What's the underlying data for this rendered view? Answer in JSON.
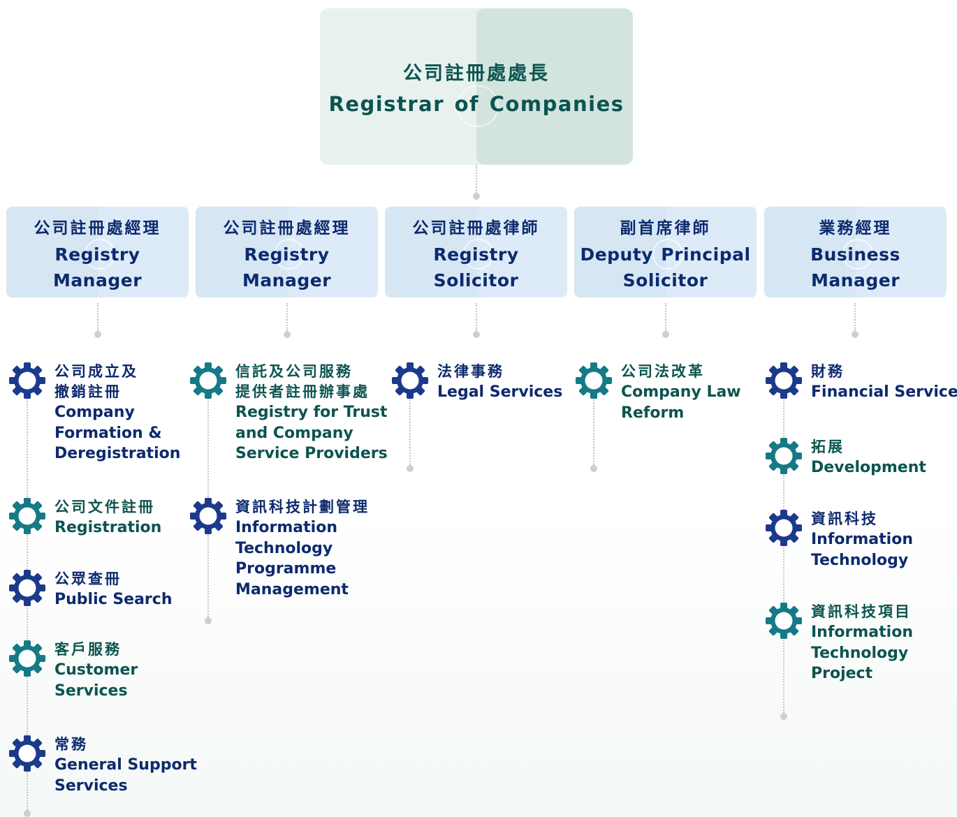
{
  "colors": {
    "navy": "#0d2a6e",
    "teal": "#0c5450",
    "gear_navy": "#1b3a8c",
    "gear_teal": "#157a86"
  },
  "top": {
    "zh": "公司註冊處處長",
    "en": "Registrar of Companies"
  },
  "managers": [
    {
      "zh": "公司註冊處經理",
      "en1": "Registry",
      "en2": "Manager"
    },
    {
      "zh": "公司註冊處經理",
      "en1": "Registry",
      "en2": "Manager"
    },
    {
      "zh": "公司註冊處律師",
      "en1": "Registry",
      "en2": "Solicitor"
    },
    {
      "zh": "副首席律師",
      "en1": "Deputy Principal",
      "en2": "Solicitor"
    },
    {
      "zh": "業務經理",
      "en1": "Business",
      "en2": "Manager"
    }
  ],
  "columns": [
    {
      "units": [
        {
          "icon": "gear-icon",
          "color": "navy",
          "zh": [
            "公司成立及",
            "撤銷註冊"
          ],
          "en": [
            "Company",
            "Formation &",
            "Deregistration"
          ]
        },
        {
          "icon": "gear-icon",
          "color": "teal",
          "zh": [
            "公司文件註冊"
          ],
          "en": [
            "Registration"
          ]
        },
        {
          "icon": "gear-icon",
          "color": "navy",
          "zh": [
            "公眾查冊"
          ],
          "en": [
            "Public Search"
          ]
        },
        {
          "icon": "gear-icon",
          "color": "teal",
          "zh": [
            "客戶服務"
          ],
          "en": [
            "Customer",
            "Services"
          ]
        },
        {
          "icon": "gear-icon",
          "color": "navy",
          "zh": [
            "常務"
          ],
          "en": [
            "General Support",
            "Services"
          ]
        }
      ]
    },
    {
      "units": [
        {
          "icon": "gear-icon",
          "color": "teal",
          "zh": [
            "信託及公司服務",
            "提供者註冊辦事處"
          ],
          "en": [
            "Registry for Trust",
            "and Company",
            "Service Providers"
          ]
        },
        {
          "icon": "gear-icon",
          "color": "navy",
          "zh": [
            "資訊科技計劃管理"
          ],
          "en": [
            "Information",
            "Technology",
            "Programme",
            "Management"
          ]
        }
      ]
    },
    {
      "units": [
        {
          "icon": "gear-icon",
          "color": "navy",
          "zh": [
            "法律事務"
          ],
          "en": [
            "Legal Services"
          ]
        }
      ]
    },
    {
      "units": [
        {
          "icon": "gear-icon",
          "color": "teal",
          "zh": [
            "公司法改革"
          ],
          "en": [
            "Company Law",
            "Reform"
          ]
        }
      ]
    },
    {
      "units": [
        {
          "icon": "gear-icon",
          "color": "navy",
          "zh": [
            "財務"
          ],
          "en": [
            "Financial Services"
          ]
        },
        {
          "icon": "gear-icon",
          "color": "teal",
          "zh": [
            "拓展"
          ],
          "en": [
            "Development"
          ]
        },
        {
          "icon": "gear-icon",
          "color": "navy",
          "zh": [
            "資訊科技"
          ],
          "en": [
            "Information",
            "Technology"
          ]
        },
        {
          "icon": "gear-icon",
          "color": "teal",
          "zh": [
            "資訊科技項目"
          ],
          "en": [
            "Information",
            "Technology",
            "Project"
          ]
        }
      ]
    }
  ]
}
